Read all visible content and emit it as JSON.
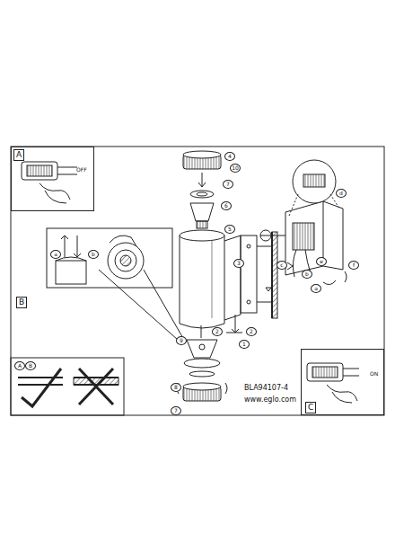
{
  "diagram": {
    "nodes": [
      {
        "text": [
          "A",
          "OFF"
        ]
      },
      {
        "text": [
          "C",
          "ON"
        ]
      }
    ],
    "labels": [
      "B",
      "BLA94107-4",
      "www.eglo.com",
      "4",
      "10",
      "7",
      "6",
      "5",
      "3",
      "2",
      "1",
      "2",
      "9",
      "8",
      "7",
      "a",
      "b",
      "c",
      "d",
      "e",
      "f",
      "a",
      "b",
      "A",
      "B"
    ]
  }
}
